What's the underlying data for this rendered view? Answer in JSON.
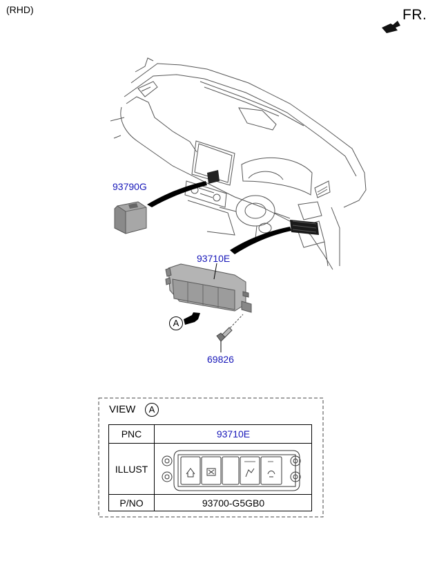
{
  "header": {
    "rhd_label": "(RHD)",
    "direction_label": "FR."
  },
  "callouts": {
    "part_93790g": "93790G",
    "part_93710e": "93710E",
    "part_69826": "69826",
    "view_marker": "A"
  },
  "view_table": {
    "title": "VIEW",
    "marker": "A",
    "rows": [
      {
        "label": "PNC",
        "value": "93710E"
      },
      {
        "label": "ILLUST",
        "value": ""
      },
      {
        "label": "P/NO",
        "value": "93700-G5GB0"
      }
    ]
  },
  "colors": {
    "link": "#1515b8",
    "line": "#000000",
    "part_dark": "#2b2b2b",
    "part_grey": "#9a9a9a"
  }
}
